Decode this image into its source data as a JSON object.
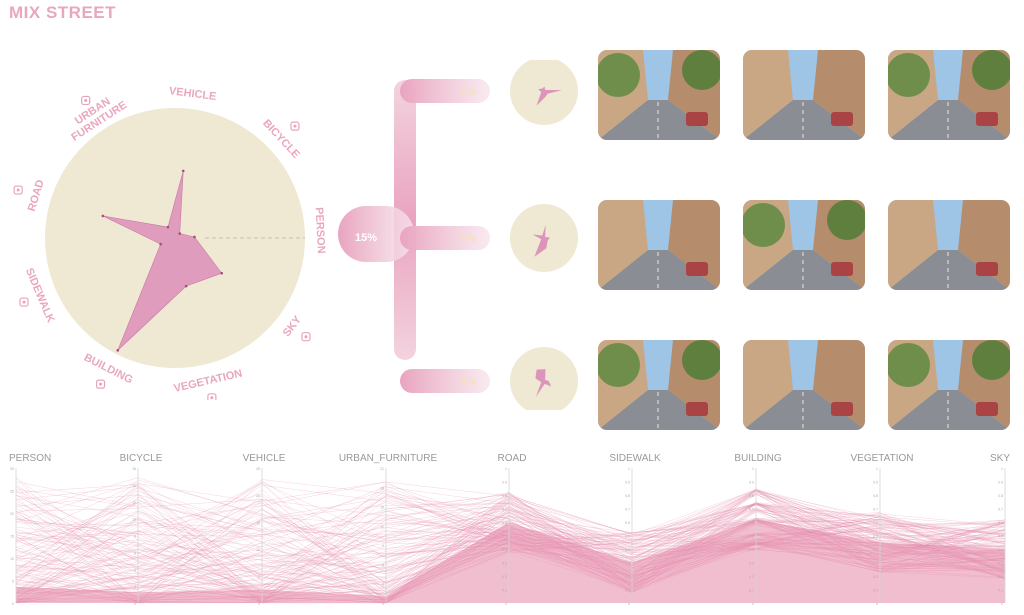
{
  "title": "MIX STREET",
  "colors": {
    "accent": "#e8a3bd",
    "fill": "#dd94ba",
    "disc": "#efe8d2",
    "sky": "#9ec4e6",
    "road": "#8a8d93",
    "building": "#c9a784",
    "tree": "#6f8e4c"
  },
  "radar": {
    "categories": [
      {
        "label": "VEHICLE",
        "icon": "car-icon"
      },
      {
        "label": "BICYCLE",
        "icon": "bicycle-icon"
      },
      {
        "label": "PERSON",
        "icon": "person-icon"
      },
      {
        "label": "SKY",
        "icon": "cloud-icon"
      },
      {
        "label": "VEGETATION",
        "icon": "tree-icon"
      },
      {
        "label": "BUILDING",
        "icon": "building-icon"
      },
      {
        "label": "SIDEWALK",
        "icon": "pedestrian-icon"
      },
      {
        "label": "ROAD",
        "icon": "road-icon"
      },
      {
        "label": "URBAN FURNITURE",
        "icon": "bench-icon"
      }
    ],
    "values": [
      0.52,
      0.05,
      0.15,
      0.45,
      0.38,
      0.97,
      0.12,
      0.58,
      0.1
    ]
  },
  "clusters": {
    "root_label": "15%",
    "branches": [
      {
        "label": "1%",
        "values": [
          0.15,
          0.05,
          0.6,
          0.15,
          0.2,
          0.55,
          0.1,
          0.2,
          0.1
        ]
      },
      {
        "label": "6%",
        "values": [
          0.45,
          0.05,
          0.2,
          0.15,
          0.35,
          0.7,
          0.1,
          0.4,
          0.1
        ]
      },
      {
        "label": "8%",
        "values": [
          0.4,
          0.05,
          0.15,
          0.3,
          0.1,
          0.6,
          0.1,
          0.3,
          0.45
        ]
      }
    ]
  },
  "parallel": {
    "axes": [
      {
        "label": "PERSON",
        "ticks": [
          "30",
          "25",
          "20",
          "15",
          "10",
          "5",
          "0"
        ]
      },
      {
        "label": "BICYCLE",
        "ticks": [
          "16",
          "14",
          "12",
          "10",
          "8",
          "6",
          "4",
          "2",
          "0"
        ]
      },
      {
        "label": "VEHICLE",
        "ticks": [
          "25",
          "20",
          "15",
          "10",
          "5",
          "0"
        ]
      },
      {
        "label": "URBAN_FURNITURE",
        "ticks": [
          "21",
          "18",
          "15",
          "12",
          "9",
          "6",
          "3",
          "0"
        ]
      },
      {
        "label": "ROAD",
        "ticks": [
          "1",
          "0.9",
          "0.8",
          "0.7",
          "0.6",
          "0.5",
          "0.4",
          "0.3",
          "0.2",
          "0.1",
          "0"
        ]
      },
      {
        "label": "SIDEWALK",
        "ticks": [
          "1",
          "0.9",
          "0.8",
          "0.7",
          "0.6",
          "0.5",
          "0.4",
          "0.3",
          "0.2",
          "0.1",
          "0"
        ]
      },
      {
        "label": "BUILDING",
        "ticks": [
          "1",
          "0.9",
          "0.8",
          "0.7",
          "0.6",
          "0.5",
          "0.4",
          "0.3",
          "0.2",
          "0.1",
          "0"
        ]
      },
      {
        "label": "VEGETATION",
        "ticks": [
          "1",
          "0.9",
          "0.8",
          "0.7",
          "0.6",
          "0.5",
          "0.4",
          "0.3",
          "0.2",
          "0.1",
          "0"
        ]
      },
      {
        "label": "SKY",
        "ticks": [
          "1",
          "0.9",
          "0.8",
          "0.7",
          "0.6",
          "0.5",
          "0.4",
          "0.3",
          "0.2",
          "0.1",
          "0"
        ]
      }
    ],
    "density_profile": [
      0.12,
      0.08,
      0.1,
      0.05,
      0.6,
      0.3,
      0.62,
      0.45,
      0.4
    ]
  }
}
